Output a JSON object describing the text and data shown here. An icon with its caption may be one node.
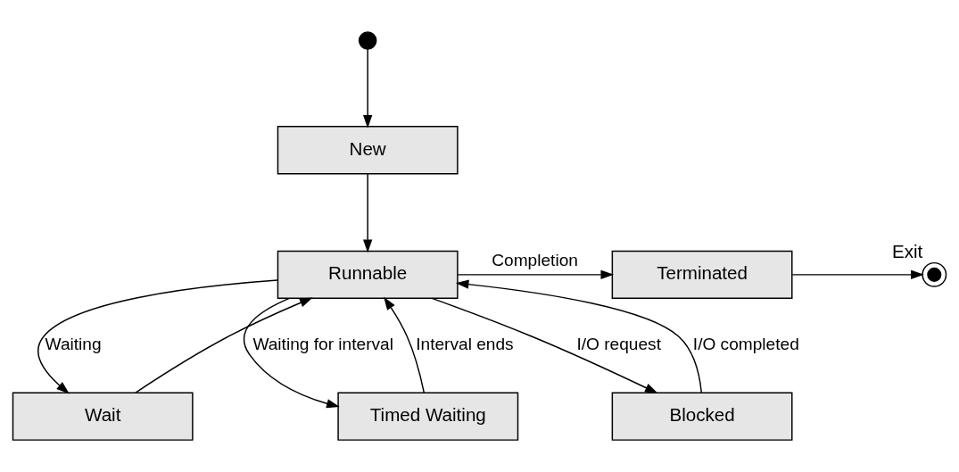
{
  "diagram": {
    "nodes": [
      {
        "text": [],
        "shape": "circle"
      },
      {
        "text": [
          "New"
        ]
      },
      {
        "text": [
          "Runnable"
        ]
      },
      {
        "text": [
          "Terminated"
        ]
      },
      {
        "text": [],
        "shape": "circle",
        "beside": [
          "Exit"
        ]
      },
      {
        "text": [
          "Wait"
        ]
      },
      {
        "text": [
          "Timed Waiting"
        ]
      },
      {
        "text": [
          "Blocked"
        ]
      }
    ],
    "edges": [
      {
        "from": 0,
        "to": 1,
        "arrow": "to"
      },
      {
        "from": 1,
        "to": 2,
        "arrow": "to"
      },
      {
        "from": 2,
        "to": 3,
        "arrow": "to",
        "label": "Completion"
      },
      {
        "from": 3,
        "to": 4,
        "arrow": "to"
      },
      {
        "from": 2,
        "to": 5,
        "arrow": "to",
        "label": "Waiting"
      },
      {
        "from": 5,
        "to": 2,
        "arrow": "to"
      },
      {
        "from": 2,
        "to": 6,
        "arrow": "to",
        "label": "Waiting for interval"
      },
      {
        "from": 6,
        "to": 2,
        "arrow": "to",
        "label": "Interval ends"
      },
      {
        "from": 2,
        "to": 7,
        "arrow": "to",
        "label": "I/O request"
      },
      {
        "from": 7,
        "to": 2,
        "arrow": "to",
        "label": "I/O completed"
      }
    ]
  }
}
